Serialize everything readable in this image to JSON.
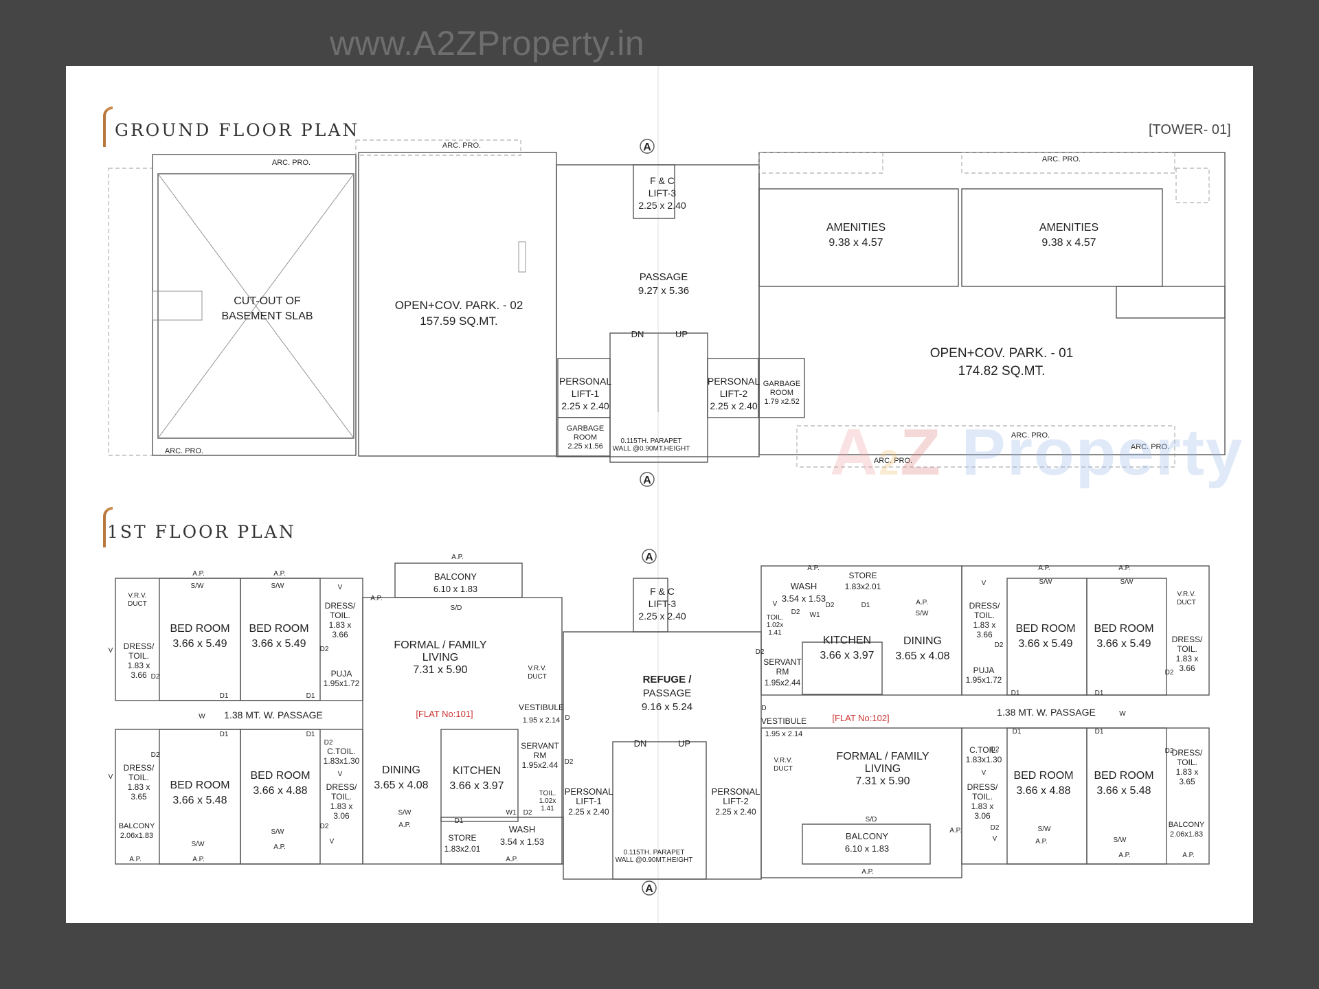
{
  "site_url": "www.A2ZProperty.in",
  "watermark": {
    "a": "A",
    "two": "2",
    "z": "Z",
    "word": "Property"
  },
  "tower": "[TOWER- 01]",
  "ground": {
    "title": "GROUND FLOOR PLAN",
    "section_marker": "A",
    "arc_pro": "ARC. PRO.",
    "cutout": [
      "CUT-OUT OF",
      "BASEMENT SLAB"
    ],
    "park2": [
      "OPEN+COV. PARK. - 02",
      "157.59 SQ.MT."
    ],
    "park1": [
      "OPEN+COV. PARK. - 01",
      "174.82 SQ.MT."
    ],
    "fc_lift": [
      "F & C",
      "LIFT-3",
      "2.25 x 2.40"
    ],
    "passage": [
      "PASSAGE",
      "9.27 x 5.36"
    ],
    "amenities": [
      "AMENITIES",
      "9.38 x 4.57"
    ],
    "dn": "DN",
    "up": "UP",
    "lift1": [
      "PERSONAL",
      "LIFT-1",
      "2.25 x 2.40"
    ],
    "lift2": [
      "PERSONAL",
      "LIFT-2",
      "2.25 x 2.40"
    ],
    "garbage_left": [
      "GARBAGE",
      "ROOM",
      "2.25 x1.56"
    ],
    "garbage_right": [
      "GARBAGE",
      "ROOM",
      "1.79 x2.52"
    ],
    "parapet": [
      "0.115TH. PARAPET",
      "WALL @0.90MT.HEIGHT"
    ]
  },
  "first": {
    "title": "1ST FLOOR PLAN",
    "ap": "A.P.",
    "sw": "S/W",
    "sd": "S/D",
    "d1": "D1",
    "d2": "D2",
    "w": "W",
    "w1": "W1",
    "v": "V",
    "d": "D",
    "vrv": [
      "V.R.V.",
      "DUCT"
    ],
    "bed_549": [
      "BED ROOM",
      "3.66 x 5.49"
    ],
    "bed_548": [
      "BED ROOM",
      "3.66 x 5.48"
    ],
    "bed_488": [
      "BED ROOM",
      "3.66 x 4.88"
    ],
    "dress_366": [
      "DRESS/",
      "TOIL.",
      "1.83 x",
      "3.66"
    ],
    "dress_365": [
      "DRESS/",
      "TOIL.",
      "1.83 x",
      "3.65"
    ],
    "dress_306": [
      "DRESS/",
      "TOIL.",
      "1.83 x",
      "3.06"
    ],
    "puja": [
      "PUJA",
      "1.95x1.72"
    ],
    "ctoil": [
      "C.TOIL.",
      "1.83x1.30"
    ],
    "balcony_small": [
      "BALCONY",
      "2.06x1.83"
    ],
    "balcony_big": [
      "BALCONY",
      "6.10 x 1.83"
    ],
    "passage_w": "1.38  MT.  W.  PASSAGE",
    "living": [
      "FORMAL / FAMILY",
      "LIVING",
      "7.31 x 5.90"
    ],
    "flat101": "[FLAT No:101]",
    "flat102": "[FLAT No:102]",
    "dining": [
      "DINING",
      "3.65 x 4.08"
    ],
    "kitchen": [
      "KITCHEN",
      "3.66 x 3.97"
    ],
    "servant": [
      "SERVANT",
      "RM",
      "1.95x2.44"
    ],
    "toil_small": [
      "TOIL.",
      "1.02x",
      "1.41"
    ],
    "vestibule": [
      "VESTIBULE",
      "1.95 x 2.14"
    ],
    "store": [
      "STORE",
      "1.83x2.01"
    ],
    "wash": [
      "WASH",
      "3.54 x 1.53"
    ],
    "fc_lift": [
      "F & C",
      "LIFT-3",
      "2.25 x 2.40"
    ],
    "refuge": [
      "REFUGE /",
      "PASSAGE",
      "9.16 x 5.24"
    ],
    "lift1": [
      "PERSONAL",
      "LIFT-1",
      "2.25 x 2.40"
    ],
    "lift2": [
      "PERSONAL",
      "LIFT-2",
      "2.25 x 2.40"
    ],
    "dn": "DN",
    "up": "UP",
    "parapet": [
      "0.115TH. PARAPET",
      "WALL @0.90MT.HEIGHT"
    ],
    "section_marker": "A"
  },
  "colors": {
    "flat_label": "#cc3333",
    "title_accent": "#b8783e",
    "wm_a": "#f0a0a0",
    "wm_2": "#f0c070",
    "wm_z": "#e08080",
    "wm_p": "#9ab8e8",
    "wm_r": "#f0d070",
    "wm_o": "#90d0a0",
    "wm_pe": "#c0a0e0",
    "wm_rty": "#90c8c0"
  }
}
